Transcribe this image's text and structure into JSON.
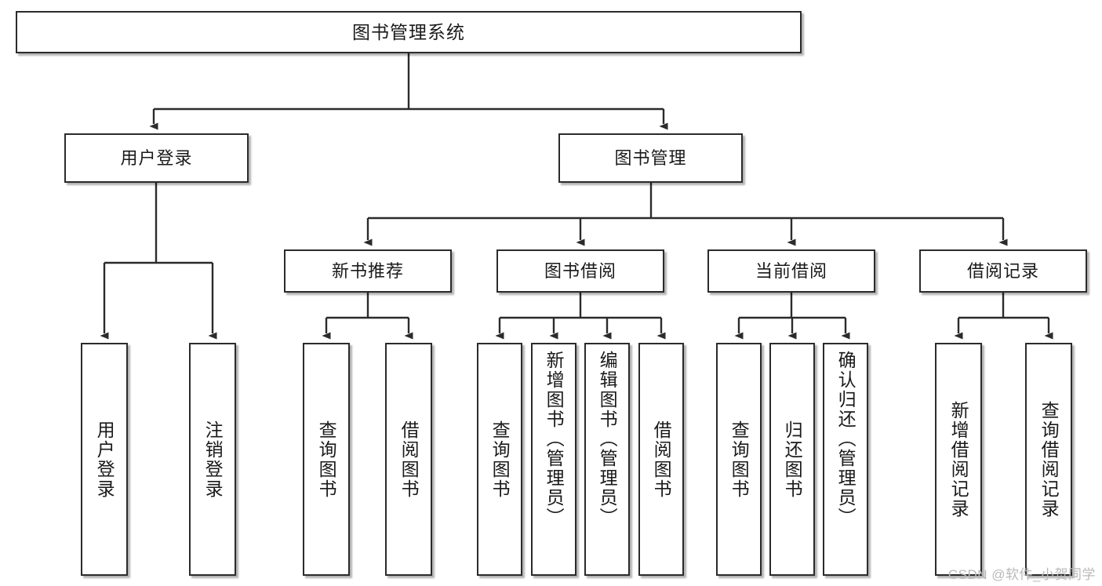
{
  "diagram": {
    "title": "图书管理系统",
    "type": "tree-hierarchy",
    "colors": {
      "node_border": "#2b2b2b",
      "node_fill": "#ffffff",
      "edge": "#2b2b2b",
      "background": "#ffffff",
      "watermark": "#b9b9b9"
    }
  },
  "nodes": {
    "root": {
      "label": "图书管理系统"
    },
    "level1": [
      {
        "id": "user-login",
        "label": "用户登录"
      },
      {
        "id": "book-manage",
        "label": "图书管理"
      }
    ],
    "level2": [
      {
        "id": "new-book-recommend",
        "label": "新书推荐"
      },
      {
        "id": "book-borrow",
        "label": "图书借阅"
      },
      {
        "id": "current-borrow",
        "label": "当前借阅"
      },
      {
        "id": "borrow-record",
        "label": "借阅记录"
      }
    ],
    "leaves": [
      {
        "id": "leaf-user-login",
        "label": "用户登录",
        "parent": "user-login"
      },
      {
        "id": "leaf-logout",
        "label": "注销登录",
        "parent": "user-login"
      },
      {
        "id": "leaf-query-book-1",
        "label": "查询图书",
        "parent": "new-book-recommend"
      },
      {
        "id": "leaf-borrow-book-1",
        "label": "借阅图书",
        "parent": "new-book-recommend"
      },
      {
        "id": "leaf-query-book-2",
        "label": "查询图书",
        "parent": "book-borrow"
      },
      {
        "id": "leaf-add-book",
        "label": "新增图书（管理员）",
        "parent": "book-borrow"
      },
      {
        "id": "leaf-edit-book",
        "label": "编辑图书（管理员）",
        "parent": "book-borrow"
      },
      {
        "id": "leaf-borrow-book-2",
        "label": "借阅图书",
        "parent": "book-borrow"
      },
      {
        "id": "leaf-query-book-3",
        "label": "查询图书",
        "parent": "current-borrow"
      },
      {
        "id": "leaf-return-book",
        "label": "归还图书",
        "parent": "current-borrow"
      },
      {
        "id": "leaf-confirm-return",
        "label": "确认归还（管理员）",
        "parent": "current-borrow"
      },
      {
        "id": "leaf-add-record",
        "label": "新增借阅记录",
        "parent": "borrow-record"
      },
      {
        "id": "leaf-query-record",
        "label": "查询借阅记录",
        "parent": "borrow-record"
      }
    ]
  },
  "watermark": {
    "text": "CSDN @软件_小贺同学"
  }
}
